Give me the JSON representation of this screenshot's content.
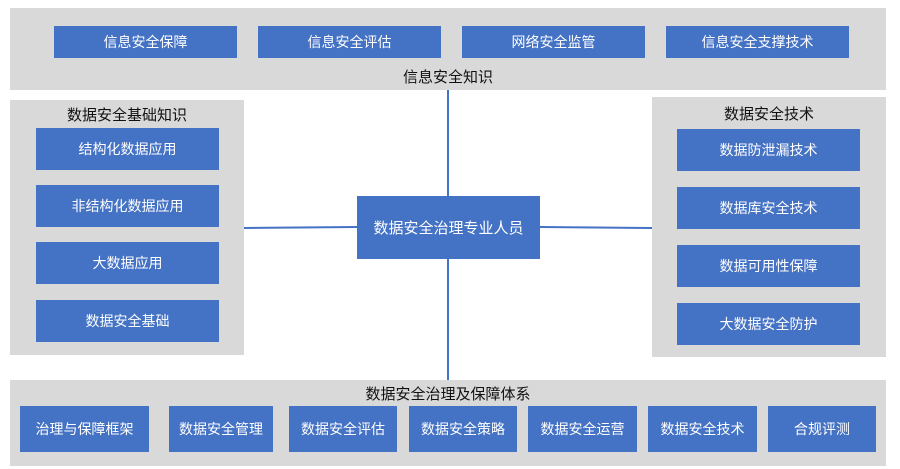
{
  "colors": {
    "panel_bg": "#d9d9d9",
    "box_bg": "#4472c4",
    "box_text": "#ffffff",
    "connector": "#4472c4",
    "title_text": "#111111"
  },
  "center": {
    "label": "数据安全治理专业人员"
  },
  "top": {
    "title": "信息安全知识",
    "items": [
      "信息安全保障",
      "信息安全评估",
      "网络安全监管",
      "信息安全支撑技术"
    ]
  },
  "left": {
    "title": "数据安全基础知识",
    "items": [
      "结构化数据应用",
      "非结构化数据应用",
      "大数据应用",
      "数据安全基础"
    ]
  },
  "right": {
    "title": "数据安全技术",
    "items": [
      "数据防泄漏技术",
      "数据库安全技术",
      "数据可用性保障",
      "大数据安全防护"
    ]
  },
  "bottom": {
    "title": "数据安全治理及保障体系",
    "items": [
      "治理与保障框架",
      "数据安全管理",
      "数据安全评估",
      "数据安全策略",
      "数据安全运营",
      "数据安全技术",
      "合规评测"
    ]
  }
}
